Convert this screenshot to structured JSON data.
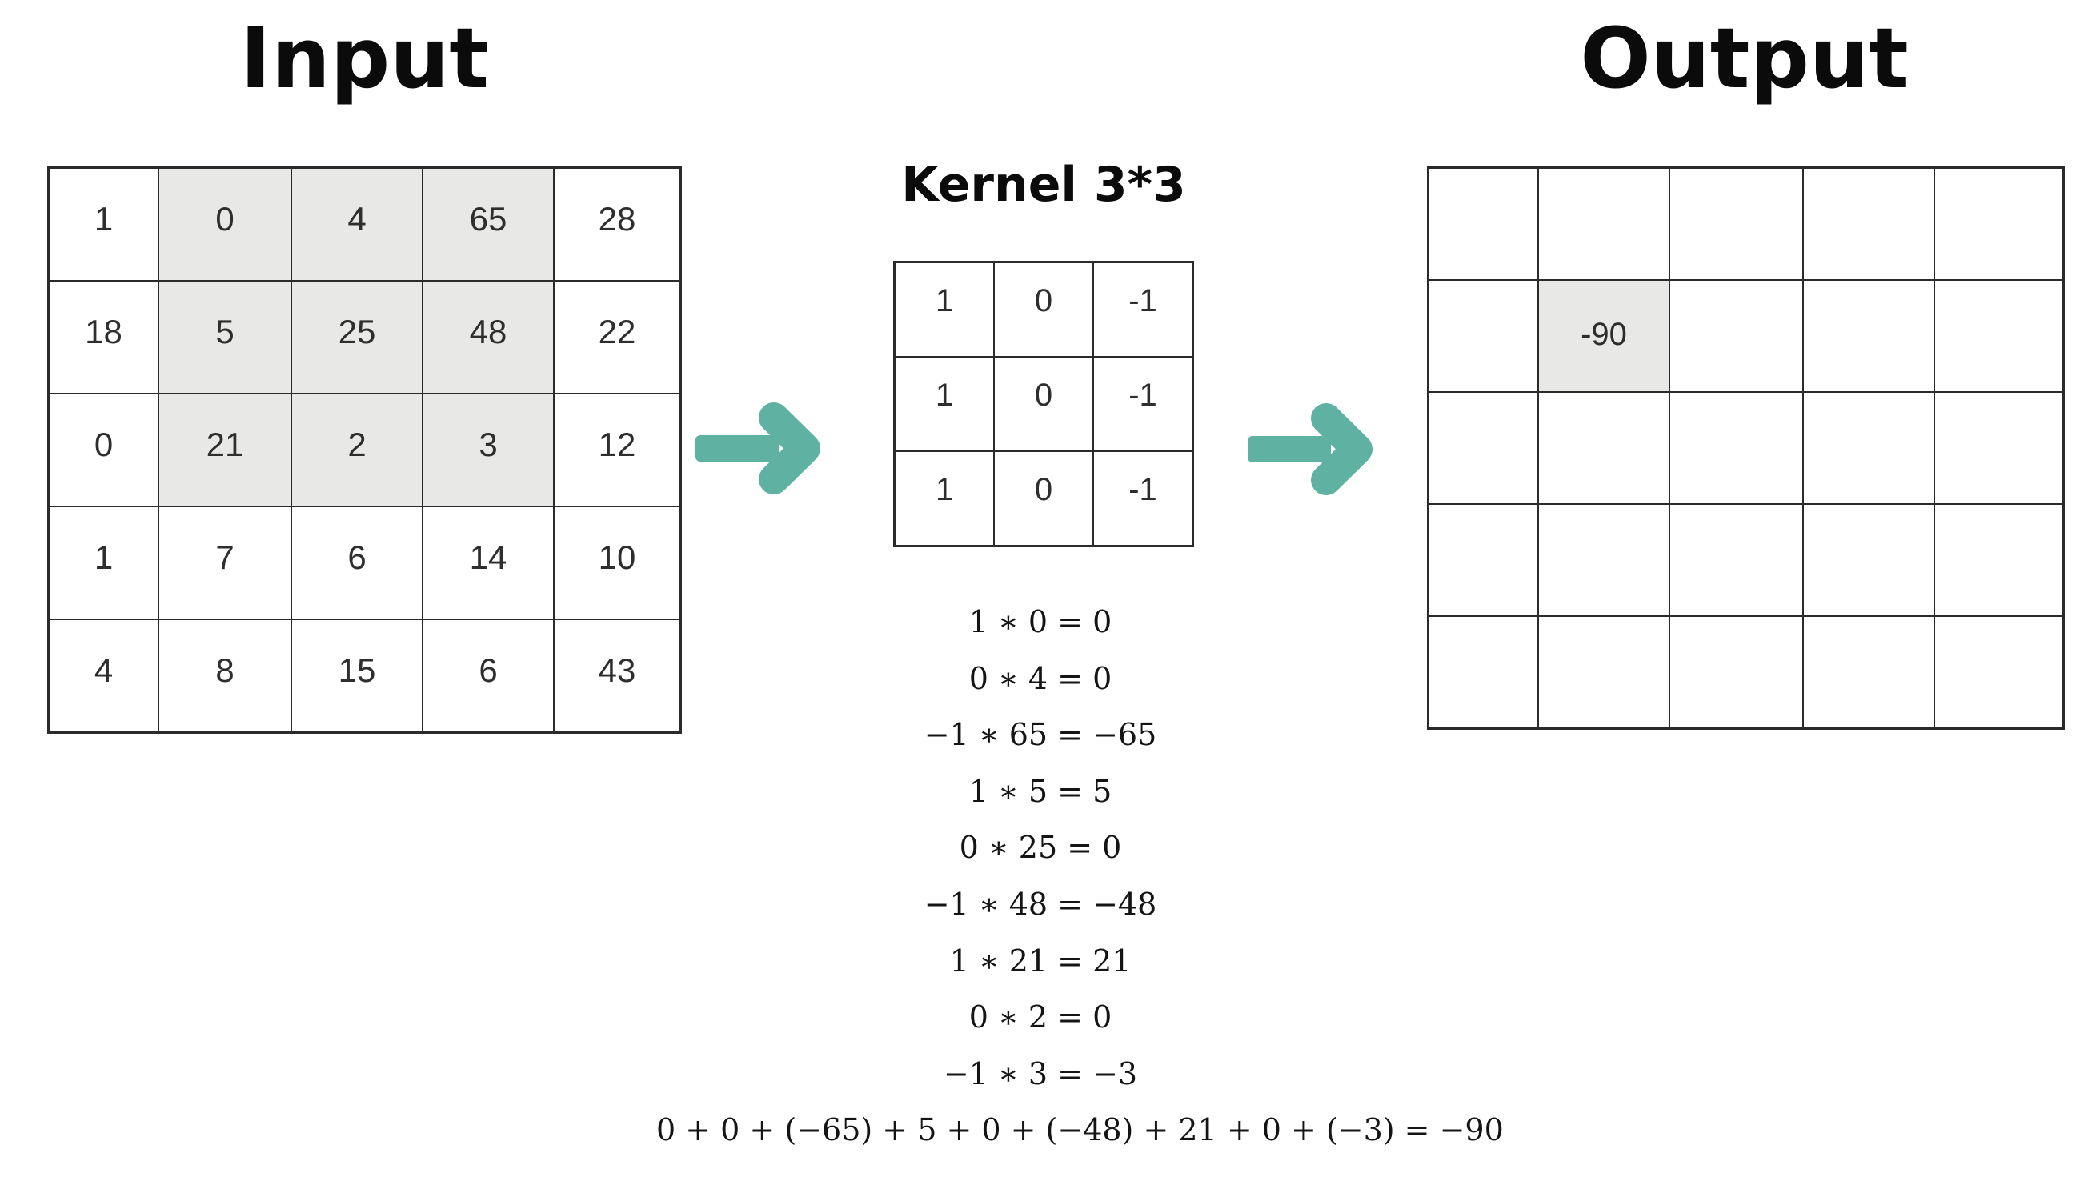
{
  "colors": {
    "accent_teal": "#5FB2A2",
    "cell_highlight": "#e8e8e6",
    "grid_line": "#2b2b2b",
    "title_text": "#0b0b0b"
  },
  "input": {
    "title": "Input",
    "grid": {
      "rows": [
        [
          "1",
          "0",
          "4",
          "65",
          "28"
        ],
        [
          "18",
          "5",
          "25",
          "48",
          "22"
        ],
        [
          "0",
          "21",
          "2",
          "3",
          "12"
        ],
        [
          "1",
          "7",
          "6",
          "14",
          "10"
        ],
        [
          "4",
          "8",
          "15",
          "6",
          "43"
        ]
      ],
      "highlighted_cells": [
        [
          0,
          1
        ],
        [
          0,
          2
        ],
        [
          0,
          3
        ],
        [
          1,
          1
        ],
        [
          1,
          2
        ],
        [
          1,
          3
        ],
        [
          2,
          1
        ],
        [
          2,
          2
        ],
        [
          2,
          3
        ]
      ]
    }
  },
  "kernel": {
    "title": "Kernel 3*3",
    "grid": {
      "rows": [
        [
          "1",
          "0",
          "-1"
        ],
        [
          "1",
          "0",
          "-1"
        ],
        [
          "1",
          "0",
          "-1"
        ]
      ],
      "highlighted_cells": []
    }
  },
  "output": {
    "title": "Output",
    "grid": {
      "rows": [
        [
          "",
          "",
          "",
          "",
          ""
        ],
        [
          "",
          "-90",
          "",
          "",
          ""
        ],
        [
          "",
          "",
          "",
          "",
          ""
        ],
        [
          "",
          "",
          "",
          "",
          ""
        ],
        [
          "",
          "",
          "",
          "",
          ""
        ]
      ],
      "highlighted_cells": [
        [
          1,
          1
        ]
      ]
    }
  },
  "equations": [
    "1 ∗ 0 = 0",
    "0 ∗ 4 = 0",
    "−1 ∗ 65 = −65",
    "1 ∗ 5 = 5",
    "0 ∗ 25 = 0",
    "−1 ∗ 48 = −48",
    "1 ∗ 21 = 21",
    "0 ∗ 2 = 0",
    "−1 ∗ 3 = −3",
    "0 + 0 + (−65) + 5 + 0 + (−48) + 21 + 0 + (−3) = −90"
  ]
}
